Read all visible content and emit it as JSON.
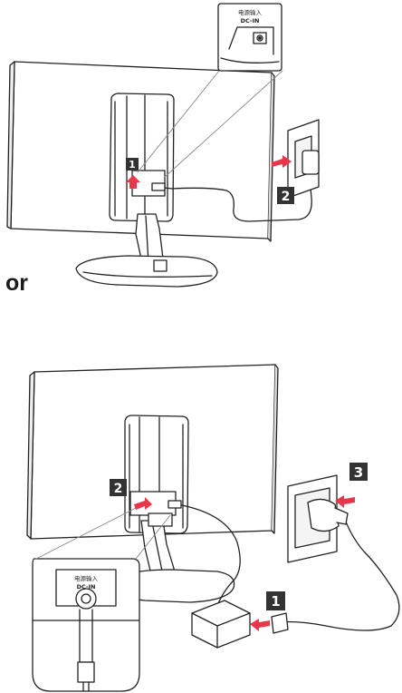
{
  "top_diagram": {
    "port_label_cn": "电源输入",
    "port_label_en": "DC-IN",
    "step_1": "1",
    "step_2": "2"
  },
  "separator_text": "or",
  "bottom_diagram": {
    "port_label_cn": "电源输入",
    "port_label_en": "DC-IN",
    "step_1": "1",
    "step_2": "2",
    "step_3": "3"
  },
  "colors": {
    "arrow_accent": "#e8364a",
    "badge_fill": "#333333",
    "line": "#222222"
  }
}
